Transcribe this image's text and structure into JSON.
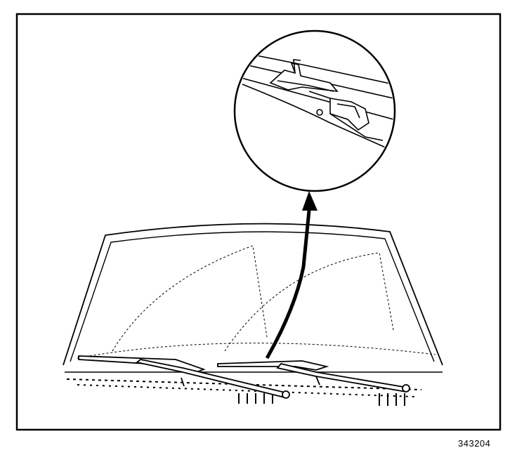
{
  "figure": {
    "reference_number": "343204"
  },
  "icons": {
    "detail_callout": "magnified-detail-circle",
    "windshield": "windshield-outline",
    "wiper": "wiper-blade-arm",
    "arrow": "callout-arrow"
  },
  "colors": {
    "ink": "#000000",
    "paper": "#ffffff"
  }
}
